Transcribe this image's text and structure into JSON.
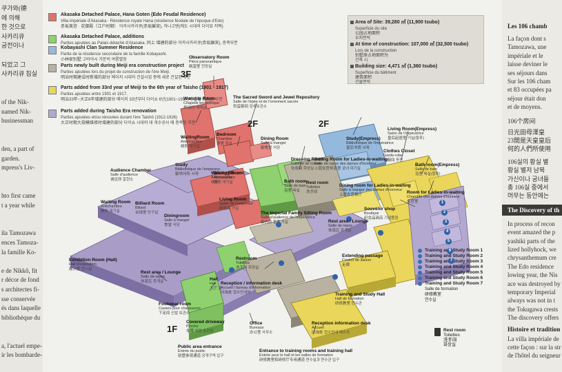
{
  "left_panel": {
    "lines": [
      "쿠가와(德",
      "에 의해",
      "한 것으로",
      "사카리큐",
      "  궁전이나",
      "",
      "되었고 그",
      "사카리큐 침실",
      "",
      "",
      "of the Nik-",
      "named Nik-",
      "businessman",
      "",
      "",
      "den, a part of",
      "garden.",
      "mpress's Liv-",
      "",
      "",
      "hto first came",
      "t a year while",
      "",
      "",
      "ila Tamozawa",
      "ences Tamoza-",
      "la famille Ko-",
      "",
      "e de Nikkô, fit",
      "r décor de fond",
      "s architectes fi-",
      "sse conservée",
      "és dans laquelle",
      "bibliothèque du",
      "",
      "",
      "a, l'actuel empe-",
      "ir les bombarde-"
    ]
  },
  "right_panel": {
    "title": "Les 106 chamb",
    "lines1": [
      "La façon dont s",
      "Tamozawa, une",
      "impériale et le",
      "laisse deviner le",
      "ses séjours dans",
      " Sur les 106 cham",
      "et 83 occupées pa",
      "séjour était don",
      "et de moyens."
    ],
    "ko_title": "106个房间",
    "lines2": [
      "日光田母澤皇",
      "23間是天皇皇后",
      "何的人們所使用"
    ],
    "lines3": [
      "106실의 황실 별",
      "황실 별저 남북",
      "가신이나 궁녀들",
      "총 106실 중에서",
      "머무는 동안에는"
    ],
    "band": "The Discovery of th",
    "lines4": [
      "In process of recon",
      "event amazed the p",
      "yashiki parts of the",
      "lized hollyhock, we",
      "chrysanthemum cre",
      "The Edo residence",
      "lowing year, the Nis",
      "ace was destroyed by",
      "temporary Imperial",
      "always was not in t",
      "the Tokugawa crests",
      "The discovery offers"
    ],
    "sub": "Histoire et tradition",
    "lines5": [
      "La villa impériale de",
      "cette façon : sur la str",
      "de l'hôtel du seigneur"
    ]
  },
  "legend": [
    {
      "color": "#e0736d",
      "title": "Akasaka Detached Palace, Hana Goten (Edo Feudal Residence)",
      "fr": "Villa impériale d'Akasaka · Résidence royale Hana (résidence féodale de l'époque d'Edo)",
      "ja": "赤坂离宫 · 花御殿（江户时期）   아카사카리큐(赤坂離宮), 하나고텐(에도 시대의 다이묘 저택)"
    },
    {
      "color": "#8ed16e",
      "title": "Akasaka Detached Palace, additions",
      "fr": "Parties ajoutées au Palais détaché d'Akasaka.   同上 增建的部分   아카사카리큐(赤坂離宮), 증축부분",
      "ja": ""
    },
    {
      "color": "#95b9dd",
      "title": "Kobayashi Clan Summer Residence",
      "fr": "Partie de la résidence secondaire de la famille Kobayashi.",
      "ja": "小林家别墅   고바야시 가문의 여름별장"
    },
    {
      "color": "#b9b2a0",
      "title": "Parts newly built during Meiji era construction project",
      "fr": "Parties ajoutées lors du projet de construction de l'ère Meiji.",
      "ja": "明治时期建设时新增的部分   메이지 시대의 건설시업 중에 새로 건설된 부분"
    },
    {
      "color": "#e9d65a",
      "title": "Parts added from 33rd year of Meiji to the 6th year of Taisho (1901 - 1917)",
      "fr": "Parties ajoutées entre 1901 et 1917.",
      "ja": "明治33年~大正6年增建的部分   메이지 33년부터 다이쇼 6년(1901~1917)에 걸쳐 증축된 부분"
    },
    {
      "color": "#b3a8cf",
      "title": "Parts added during Taisho Era renovation",
      "fr": "Parties ajoutées et/ou rénovées durant l'ère Taishô (1912-1926)",
      "ja": "大正时期大规模维修时增建的部分   다이쇼 시대의 대 개수공사 때 증축된 부분"
    }
  ],
  "stats": [
    {
      "title": "Area of Site: 39,280 ㎡ (11,900 tsubo)",
      "lines": [
        "Superficie du site",
        "公园占地面积",
        "부지면적"
      ]
    },
    {
      "title": "At time of construction: 107,000 ㎡ (32,500 tsubo)",
      "lines": [
        "Lors de la construction",
        "别墅原占地面积为",
        "건축 시"
      ]
    },
    {
      "title": "Building size: 4,471 ㎡ (1,360 tsubo)",
      "lines": [
        "Superficie du bâtiment",
        "建筑面积",
        "건물면적"
      ]
    }
  ],
  "floors": {
    "f3": "3F",
    "f2a": "2F",
    "f2b": "2F",
    "f1": "1F"
  },
  "rooms": [
    {
      "n": "Observatory Room",
      "f": "Pièce panoramique",
      "k": "眺望室  전망실"
    },
    {
      "n": "The Sacred Sword and Jewel Repository",
      "f": "Salle de l'épée et de l'ornement sacrés",
      "k": "剑玺御间  검새보관소"
    },
    {
      "n": "Worship Room",
      "f": "Chapelle bouddhique",
      "k": "拝谒所  배례실"
    },
    {
      "n": "Bedroom",
      "f": "Chambre",
      "k": "寝室  침실"
    },
    {
      "n": "WaitingRoom",
      "f": "Antichambre",
      "k": "候所  대기실"
    },
    {
      "n": "Waiting Room",
      "f": "Antichambre",
      "k": "候所"
    },
    {
      "n": "Study",
      "f": "Bibliothèque de l'empereur",
      "k": "御学问所  서재"
    },
    {
      "n": "Audience Chamber",
      "f": "Salle d'audience",
      "k": "谒见所  알현소"
    },
    {
      "n": "Waiting Room",
      "f": "Antichambre",
      "k": "候所  대기실"
    },
    {
      "n": "Dining Room",
      "f": "Salle à manger",
      "k": "御食堂  식당"
    },
    {
      "n": "Dressing Room",
      "f": "Cabinet de toilette",
      "k": "化妆间  화장실"
    },
    {
      "n": "Sitting Room for Ladies-in-waiting",
      "f": "Salle de repos des dames d'honneur",
      "k": "上层女官休息室  궁녀 대기실"
    },
    {
      "n": "Study(Empress)",
      "f": "Bibliothèque de l'impératrice",
      "k": "皇后书房  서재"
    },
    {
      "n": "Living Room(Empress)",
      "f": "Salon de l'impératrice",
      "k": "皇后起居室  거실(황후)"
    },
    {
      "n": "Clothes Closet",
      "f": "Garde-robe",
      "k": "衣橱间  옷장"
    },
    {
      "n": "Bath room",
      "f": "Salle de bain",
      "k": "浴室  욕실"
    },
    {
      "n": "Bath room(Empress)",
      "f": "Salle de bain",
      "k": "浴室  욕실(황후)"
    },
    {
      "n": "Dining room for Ladies-in-waiting",
      "f": "Salle à manger des dames d'honneur",
      "k": "上层女官餐厅"
    },
    {
      "n": "Room for Ladies-in-waiting",
      "f": "Chambre des dames d'honneur",
      "k": "女官室"
    },
    {
      "n": "Waiting Room",
      "f": "Antichambre",
      "k": "候所  대기실"
    },
    {
      "n": "Billiard Room",
      "f": "Billard",
      "k": "台球室  당구실"
    },
    {
      "n": "Diningroom",
      "f": "Salle à manger",
      "k": "食堂  식당"
    },
    {
      "n": "Living Room",
      "f": "Salon de l'empereur",
      "k": "御居间  거실"
    },
    {
      "n": "The Imperial Family Sitting Room",
      "f": "Salle d'audience de l'impératrice",
      "k": "御内仪  황족 거실"
    },
    {
      "n": "Rest room",
      "f": "Toilettes",
      "k": "洗手间"
    },
    {
      "n": "Rest area / Lounge",
      "f": "Salle de repos",
      "k": "休息区  휴게실"
    },
    {
      "n": "Souvenir shop",
      "f": "Boutique",
      "k": "纪念品商店  기념품점"
    },
    {
      "n": "Exhibition Room (Hall)",
      "f": "Hall d'exposition",
      "k": "展示室  전시실"
    },
    {
      "n": "Restroom",
      "f": "Toilettes",
      "k": "洗手间  화장실"
    },
    {
      "n": "Extending passage",
      "f": "Couloir de liaison",
      "k": "走廊"
    },
    {
      "n": "Rest area / Lounge",
      "f": "Salle de repos",
      "k": "休息区  휴게실"
    },
    {
      "n": "Hall",
      "f": "Hall",
      "k": "大厅  홀"
    },
    {
      "n": "Reception / information desk",
      "f": "Accueil / bureau d'information",
      "k": "问询处  접수안내처"
    },
    {
      "n": "Training and Study Hall",
      "f": "Hall de formation",
      "k": "研修教室  연수관"
    },
    {
      "n": "Footwear room",
      "f": "Casiers pour chaussures",
      "k": "下足间  신발 보관소"
    },
    {
      "n": "Covered driveway",
      "f": "Porche",
      "k": "车寄  차량 승강장"
    },
    {
      "n": "Office",
      "f": "Bureaux",
      "k": "办公室  사무소"
    },
    {
      "n": "Reception information desk",
      "f": "Accueil",
      "k": "问询处  접수안내 데스크"
    },
    {
      "n": "Public area entrance",
      "f": "Entrée du public",
      "k": "别墅参观通道  공개구역 입구"
    },
    {
      "n": "Entrance to training rooms and training hall",
      "f": "Entrée pour le hall et les salles de formation",
      "k": "研修教室和研修厅专用通道  연수실과 연수관 입구"
    }
  ],
  "training_rooms": [
    "Training and Study Room 1",
    "Training and Study Room 2",
    "Training and Study Room 3",
    "Training and Study Room 4",
    "Training and Study Room 5",
    "Training and Study Room 6",
    "Training and Study Room 7"
  ],
  "training_sub": [
    "Salle de formation",
    "研修教室",
    "연수실"
  ],
  "badges": [
    "1",
    "2",
    "3",
    "4",
    "5",
    "6",
    "7"
  ],
  "restroom_legend": {
    "en": "Rest room",
    "fr": "Toilettes",
    "zh": "洗手间",
    "ko": "화장실"
  }
}
